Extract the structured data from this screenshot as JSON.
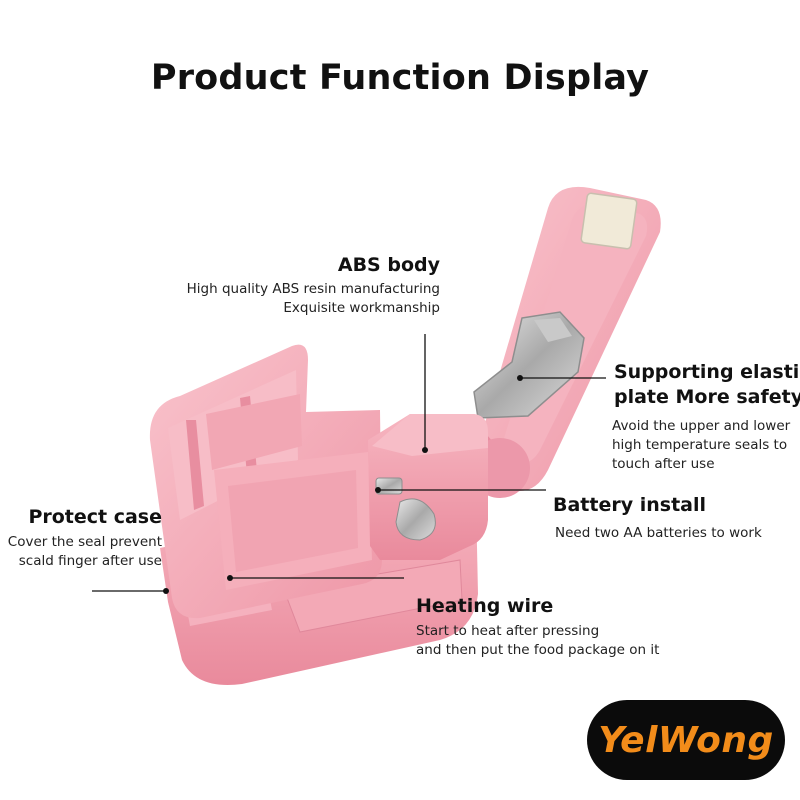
{
  "title": "Product Function Display",
  "callouts": {
    "abs_body": {
      "heading": "ABS body",
      "lines": [
        "High quality ABS resin manufacturing",
        "Exquisite workmanship"
      ]
    },
    "supporting_plate": {
      "heading_lines": [
        "Supporting elastic",
        "plate More safety"
      ],
      "lines": [
        "Avoid the upper and lower",
        "high temperature seals to",
        "touch after use"
      ]
    },
    "battery": {
      "heading": "Battery install",
      "lines": [
        "Need two AA batteries to work"
      ]
    },
    "protect_case": {
      "heading": "Protect case",
      "lines": [
        "Cover the seal prevent",
        "scald finger after use"
      ]
    },
    "heating_wire": {
      "heading": "Heating wire",
      "lines": [
        "Start to heat after pressing",
        "and then put the food package on it"
      ]
    }
  },
  "brand": "YelWong",
  "colors": {
    "product_pink": "#f4a7b4",
    "brand_orange": "#f28c1a",
    "badge_black": "#0b0b0b"
  }
}
